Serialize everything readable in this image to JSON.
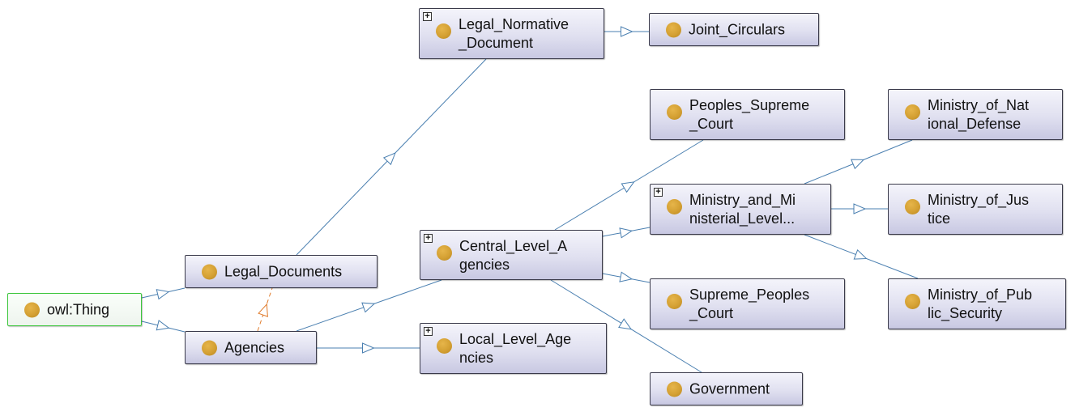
{
  "nodes": [
    {
      "id": "owl-thing",
      "label": "owl:Thing",
      "root": true
    },
    {
      "id": "legal-documents",
      "label": "Legal_Documents"
    },
    {
      "id": "agencies",
      "label": "Agencies"
    },
    {
      "id": "legal-normative-document",
      "label": "Legal_Normative\n_Document",
      "expandable": true
    },
    {
      "id": "joint-circulars",
      "label": "Joint_Circulars"
    },
    {
      "id": "central-level-agencies",
      "label": "Central_Level_A\ngencies",
      "expandable": true
    },
    {
      "id": "local-level-agencies",
      "label": "Local_Level_Age\nncies",
      "expandable": true
    },
    {
      "id": "peoples-supreme-court",
      "label": "Peoples_Supreme\n_Court"
    },
    {
      "id": "ministry-and-ministerial-level",
      "label": "Ministry_and_Mi\nnisterial_Level...",
      "expandable": true
    },
    {
      "id": "supreme-peoples-court",
      "label": "Supreme_Peoples\n_Court"
    },
    {
      "id": "government",
      "label": "Government"
    },
    {
      "id": "ministry-of-national-defense",
      "label": "Ministry_of_Nat\nional_Defense"
    },
    {
      "id": "ministry-of-justice",
      "label": "Ministry_of_Jus\ntice"
    },
    {
      "id": "ministry-of-public-security",
      "label": "Ministry_of_Pub\nlic_Security"
    }
  ],
  "edges": [
    {
      "from": "owl-thing",
      "to": "legal-documents",
      "type": "subclass"
    },
    {
      "from": "owl-thing",
      "to": "agencies",
      "type": "subclass"
    },
    {
      "from": "legal-documents",
      "to": "legal-normative-document",
      "type": "subclass"
    },
    {
      "from": "legal-normative-document",
      "to": "joint-circulars",
      "type": "subclass"
    },
    {
      "from": "agencies",
      "to": "legal-documents",
      "type": "object-property"
    },
    {
      "from": "agencies",
      "to": "central-level-agencies",
      "type": "subclass"
    },
    {
      "from": "agencies",
      "to": "local-level-agencies",
      "type": "subclass"
    },
    {
      "from": "central-level-agencies",
      "to": "peoples-supreme-court",
      "type": "subclass"
    },
    {
      "from": "central-level-agencies",
      "to": "ministry-and-ministerial-level",
      "type": "subclass"
    },
    {
      "from": "central-level-agencies",
      "to": "supreme-peoples-court",
      "type": "subclass"
    },
    {
      "from": "central-level-agencies",
      "to": "government",
      "type": "subclass"
    },
    {
      "from": "ministry-and-ministerial-level",
      "to": "ministry-of-national-defense",
      "type": "subclass"
    },
    {
      "from": "ministry-and-ministerial-level",
      "to": "ministry-of-justice",
      "type": "subclass"
    },
    {
      "from": "ministry-and-ministerial-level",
      "to": "ministry-of-public-security",
      "type": "subclass"
    }
  ],
  "colors": {
    "subclass_edge": "#4a7fb0",
    "property_edge": "#e07a2a",
    "class_dot": "#d4a033",
    "root_border": "#3cc63c"
  },
  "expand_icon": "plus-box-icon",
  "class_icon": "class-circle-icon"
}
